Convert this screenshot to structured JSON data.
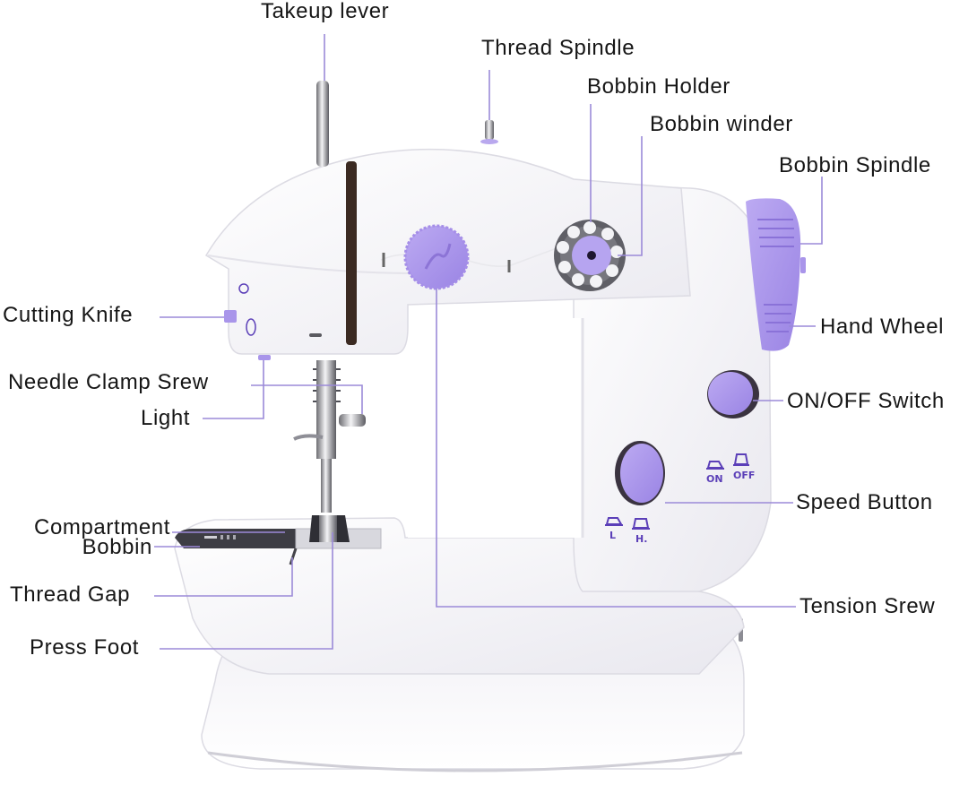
{
  "diagram": {
    "subject": "Mini sewing machine",
    "accent_color": "#a995ea",
    "accent_dark": "#7a5fd0",
    "leader_color": "#9b8ad8",
    "body_color": "#f4f3f8",
    "labels": {
      "takeup_lever": "Takeup lever",
      "thread_spindle": "Thread Spindle",
      "bobbin_holder": "Bobbin Holder",
      "bobbin_winder": "Bobbin winder",
      "bobbin_spindle": "Bobbin Spindle",
      "cutting_knife": "Cutting Knife",
      "hand_wheel": "Hand Wheel",
      "needle_clamp_screw": "Needle Clamp Srew",
      "light": "Light",
      "on_off_switch": "ON/OFF Switch",
      "compartment_bobbin_line1": "Compartment",
      "compartment_bobbin_line2": "Bobbin",
      "speed_button": "Speed Button",
      "thread_gap": "Thread Gap",
      "tension_screw": "Tension Srew",
      "press_foot": "Press Foot"
    },
    "machine_markings": {
      "switch_on": "ON",
      "switch_off": "OFF",
      "speed_low": "L",
      "speed_high": "H."
    }
  }
}
